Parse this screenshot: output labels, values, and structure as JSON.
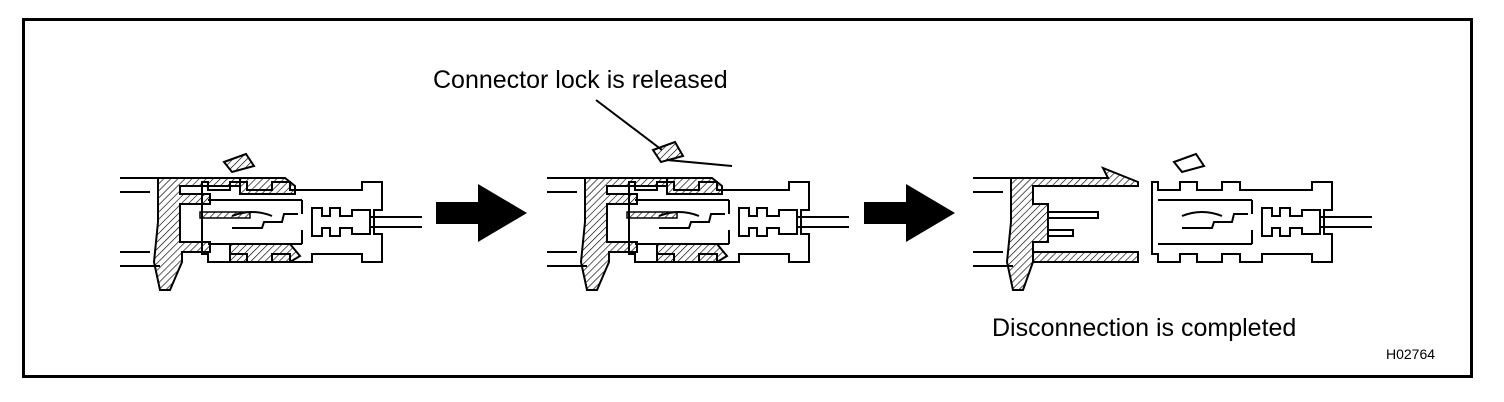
{
  "labels": {
    "lock_released": "Connector lock is released",
    "disconnection_completed": "Disconnection is completed",
    "figure_code": "H02764"
  },
  "icons": [
    "connector-locked-drawing",
    "arrow-right-icon",
    "connector-released-drawing",
    "arrow-right-icon",
    "connector-disconnected-drawing"
  ],
  "colors": {
    "line": "#000000",
    "background": "#ffffff"
  }
}
